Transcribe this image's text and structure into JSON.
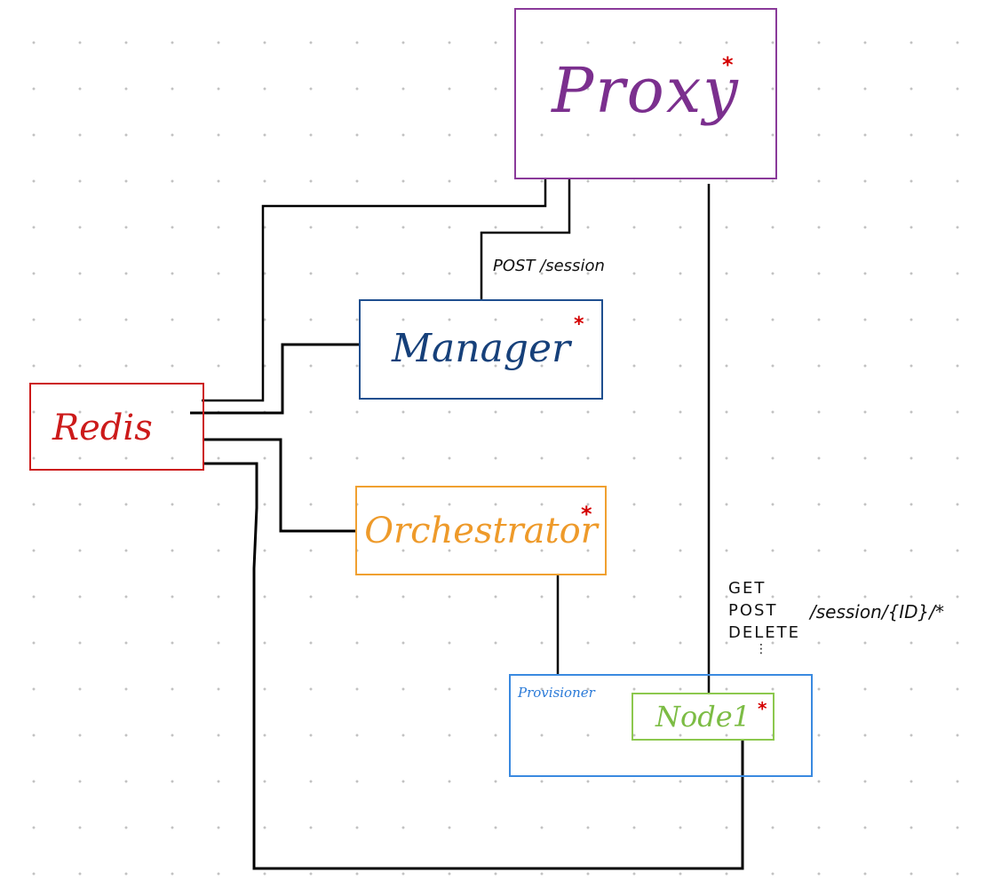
{
  "diagram": {
    "nodes": {
      "proxy": {
        "label": "Proxy",
        "star": "*",
        "color": "#7b2f8e"
      },
      "manager": {
        "label": "Manager",
        "star": "*",
        "color": "#16407a"
      },
      "redis": {
        "label": "Redis",
        "color": "#cc1a1a"
      },
      "orchestrator": {
        "label": "Orchestrator",
        "star": "*",
        "color": "#ee9a2a"
      },
      "provisioner": {
        "label": "Provisioner",
        "color": "#2a7ad8"
      },
      "node1": {
        "label": "Node1",
        "star": "*",
        "color": "#7cbc44"
      }
    },
    "edges": [
      {
        "from": "redis",
        "to": "proxy"
      },
      {
        "from": "manager",
        "to": "proxy",
        "label": "POST /session"
      },
      {
        "from": "redis",
        "to": "manager"
      },
      {
        "from": "redis",
        "to": "orchestrator"
      },
      {
        "from": "orchestrator",
        "to": "provisioner"
      },
      {
        "from": "proxy",
        "to": "node1",
        "label": "/session/{ID}/*"
      },
      {
        "from": "redis",
        "to": "node1"
      }
    ],
    "annotations": {
      "post_session": "POST /session",
      "methods": [
        "GET",
        "POST",
        "DELETE"
      ],
      "methods_more": "⋮",
      "session_route": "/session/{ID}/*"
    }
  }
}
